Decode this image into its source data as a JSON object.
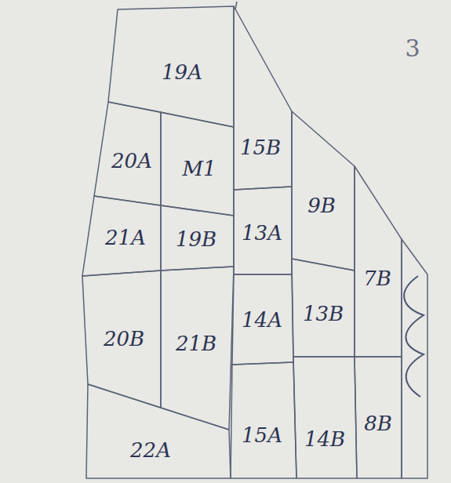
{
  "diagram": {
    "nodes": [
      {
        "text": [
          "19A"
        ]
      },
      {
        "text": [
          "20A"
        ]
      },
      {
        "text": [
          "M1"
        ]
      },
      {
        "text": [
          "15B"
        ]
      },
      {
        "text": [
          "9B"
        ]
      },
      {
        "text": [
          "21A"
        ]
      },
      {
        "text": [
          "19B"
        ]
      },
      {
        "text": [
          "13A"
        ]
      },
      {
        "text": [
          "7B"
        ]
      },
      {
        "text": [
          "20B"
        ]
      },
      {
        "text": [
          "21B"
        ]
      },
      {
        "text": [
          "14A"
        ]
      },
      {
        "text": [
          "13B"
        ]
      },
      {
        "text": [
          "22A"
        ]
      },
      {
        "text": [
          "15A"
        ]
      },
      {
        "text": [
          "14B"
        ]
      },
      {
        "text": [
          "8B"
        ]
      }
    ],
    "labels": [
      "3"
    ]
  }
}
